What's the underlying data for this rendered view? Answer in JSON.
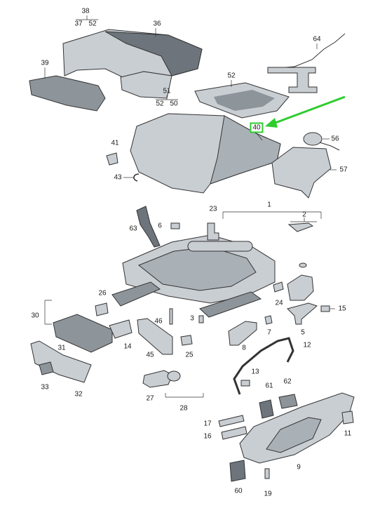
{
  "diagram": {
    "highlight_color": "#2ecc2e",
    "part_fill": "#c9ced3",
    "part_dark": "#6d747b",
    "line_color": "#333333",
    "labels": [
      {
        "id": "p38",
        "text": "38"
      },
      {
        "id": "p37",
        "text": "37"
      },
      {
        "id": "p52a",
        "text": "52"
      },
      {
        "id": "p36",
        "text": "36"
      },
      {
        "id": "p64",
        "text": "64"
      },
      {
        "id": "p39",
        "text": "39"
      },
      {
        "id": "p52b",
        "text": "52"
      },
      {
        "id": "p51",
        "text": "51"
      },
      {
        "id": "p52c",
        "text": "52"
      },
      {
        "id": "p50",
        "text": "50"
      },
      {
        "id": "p40",
        "text": "40",
        "highlighted": true
      },
      {
        "id": "p56",
        "text": "56"
      },
      {
        "id": "p41",
        "text": "41"
      },
      {
        "id": "p57",
        "text": "57"
      },
      {
        "id": "p43",
        "text": "43"
      },
      {
        "id": "p23",
        "text": "23"
      },
      {
        "id": "p1",
        "text": "1"
      },
      {
        "id": "p2",
        "text": "2"
      },
      {
        "id": "p63",
        "text": "63"
      },
      {
        "id": "p6",
        "text": "6"
      },
      {
        "id": "p26",
        "text": "26"
      },
      {
        "id": "p24",
        "text": "24"
      },
      {
        "id": "p30",
        "text": "30"
      },
      {
        "id": "p15",
        "text": "15"
      },
      {
        "id": "p46",
        "text": "46"
      },
      {
        "id": "p3",
        "text": "3"
      },
      {
        "id": "p7",
        "text": "7"
      },
      {
        "id": "p5",
        "text": "5"
      },
      {
        "id": "p14",
        "text": "14"
      },
      {
        "id": "p31",
        "text": "31"
      },
      {
        "id": "p45",
        "text": "45"
      },
      {
        "id": "p25",
        "text": "25"
      },
      {
        "id": "p8",
        "text": "8"
      },
      {
        "id": "p12",
        "text": "12"
      },
      {
        "id": "p33",
        "text": "33"
      },
      {
        "id": "p32",
        "text": "32"
      },
      {
        "id": "p13",
        "text": "13"
      },
      {
        "id": "p61",
        "text": "61"
      },
      {
        "id": "p62",
        "text": "62"
      },
      {
        "id": "p27",
        "text": "27"
      },
      {
        "id": "p28",
        "text": "28"
      },
      {
        "id": "p17",
        "text": "17"
      },
      {
        "id": "p11",
        "text": "11"
      },
      {
        "id": "p16",
        "text": "16"
      },
      {
        "id": "p9",
        "text": "9"
      },
      {
        "id": "p60",
        "text": "60"
      },
      {
        "id": "p19",
        "text": "19"
      }
    ]
  }
}
